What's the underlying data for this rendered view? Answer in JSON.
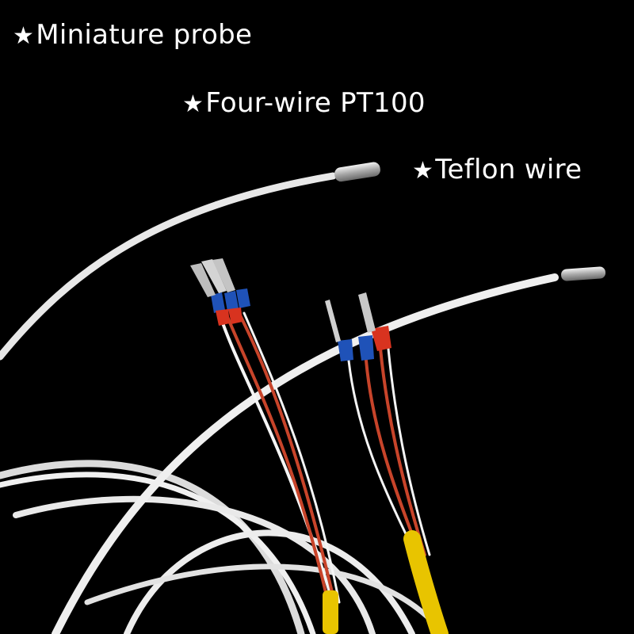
{
  "captions": [
    {
      "star": "★",
      "text": "Miniature probe"
    },
    {
      "star": "★",
      "text": "Four-wire PT100"
    },
    {
      "star": "★",
      "text": "Teflon wire"
    }
  ],
  "colors": {
    "background": "#000000",
    "cable": "#f1f1f1",
    "probe_tip": "#c9c9c9",
    "ferrule_blue": "#1f52b8",
    "ferrule_red": "#d8331f",
    "lead_red": "#c8442a",
    "sleeve_yellow": "#e8c400"
  }
}
